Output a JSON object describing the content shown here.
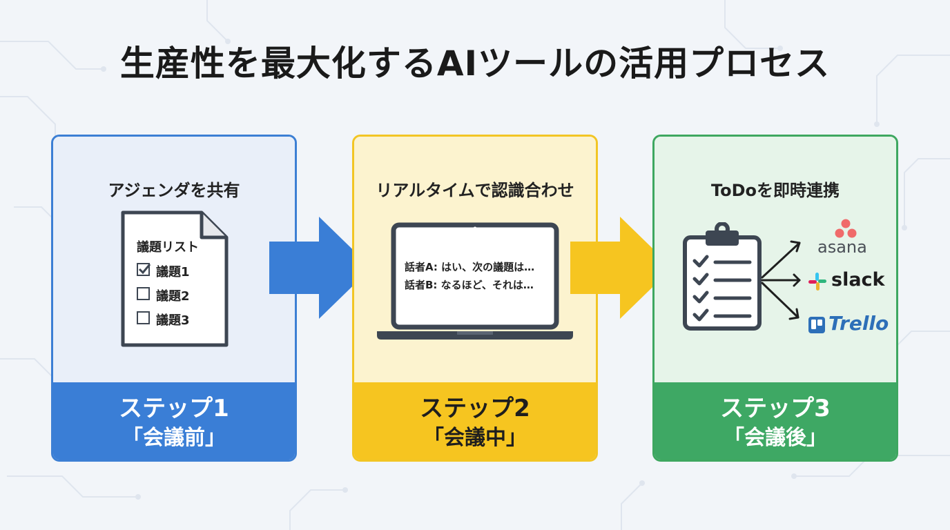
{
  "title": "生産性を最大化するAIツールの活用プロセス",
  "colors": {
    "step1": "#3a7ed6",
    "step2": "#f6c520",
    "step3": "#3ea864",
    "step1_bg": "#e9eff9",
    "step2_bg": "#fcf3cf",
    "step3_bg": "#e6f4e9"
  },
  "steps": [
    {
      "label": "アジェンダを共有",
      "step": "ステップ1",
      "phase": "「会議前」",
      "doc": {
        "heading": "議題リスト",
        "items": [
          {
            "text": "議題1",
            "checked": true
          },
          {
            "text": "議題2",
            "checked": false
          },
          {
            "text": "議題3",
            "checked": false
          }
        ]
      }
    },
    {
      "label": "リアルタイムで認識合わせ",
      "step": "ステップ2",
      "phase": "「会議中」",
      "screen_lines": [
        "話者A: はい、次の議題は…",
        "話者B: なるほど、それは…"
      ]
    },
    {
      "label": "ToDoを即時連携",
      "step": "ステップ3",
      "phase": "「会議後」",
      "integrations": [
        "asana",
        "slack",
        "Trello"
      ]
    }
  ],
  "icons": [
    "document-icon",
    "checkbox-icon",
    "laptop-icon",
    "clipboard-checklist-icon",
    "asana-logo-icon",
    "slack-logo-icon",
    "trello-logo-icon",
    "right-arrow-icon"
  ]
}
